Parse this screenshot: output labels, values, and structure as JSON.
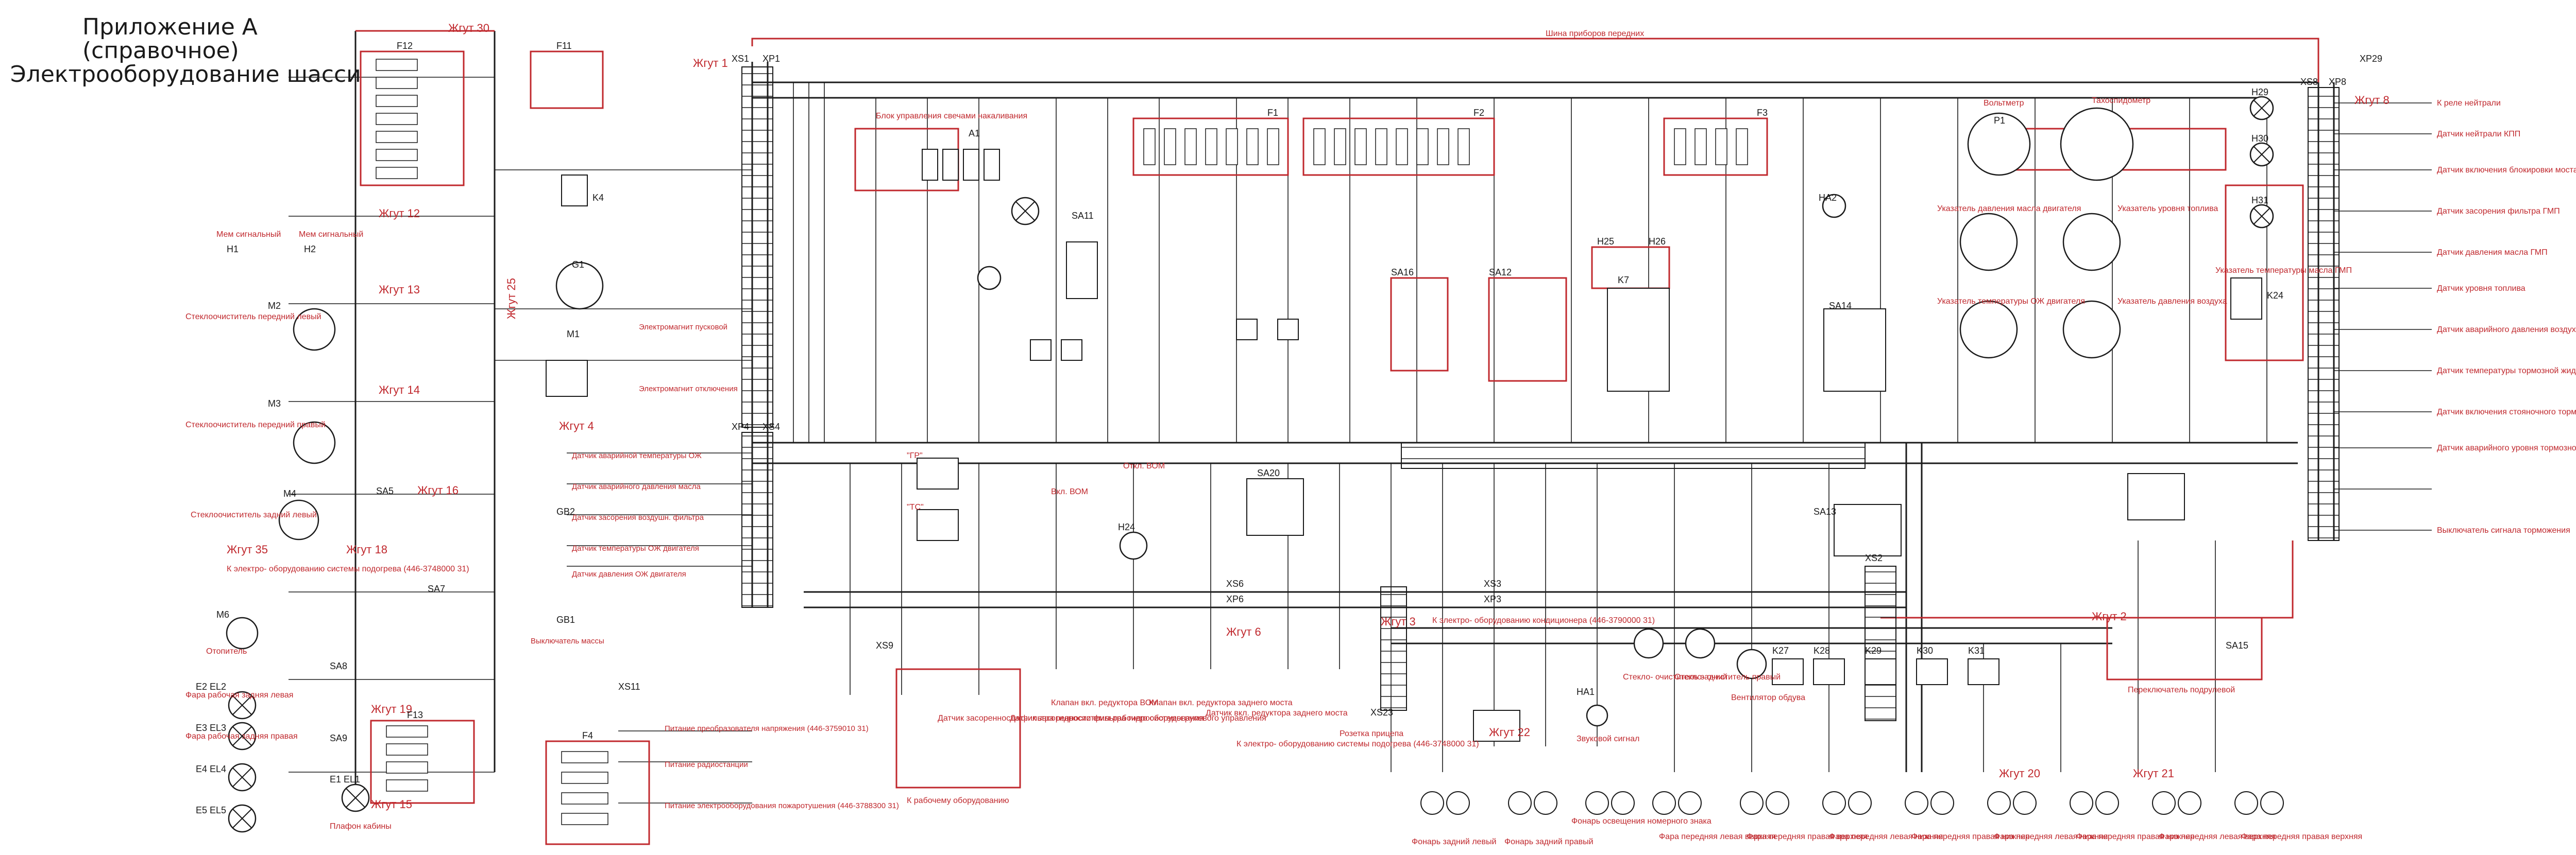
{
  "header": {
    "title": "Приложение А",
    "subtitle": "(справочное)",
    "caption": "Электрооборудование шасси"
  },
  "colors": {
    "ink": "#1a1a1a",
    "red": "#c0282d",
    "paper": "#ffffff"
  },
  "harnesses": {
    "h1": "Жгут 1",
    "h2": "Жгут 2",
    "h3": "Жгут 3",
    "h4": "Жгут 4",
    "h6": "Жгут 6",
    "h8": "Жгут 8",
    "h12": "Жгут 12",
    "h13": "Жгут 13",
    "h14": "Жгут 14",
    "h15": "Жгут 15",
    "h16": "Жгут 16",
    "h18": "Жгут 18",
    "h19": "Жгут 19",
    "h20": "Жгут 20",
    "h21": "Жгут 21",
    "h22": "Жгут 22",
    "h25": "Жгут 25",
    "h30": "Жгут 30",
    "h35": "Жгут 35"
  },
  "top_bus": "Шина приборов передних",
  "left_labels": {
    "m_left_front": "Стеклоочиститель передний левый",
    "m_right_front": "Стеклоочиститель передний правый",
    "m_rear": "Стеклоочиститель задний левый",
    "k_link": "К электро- оборудованию системы подогрева (446-3748000 31)",
    "heater": "Отопитель",
    "work_rear_left": "Фара рабочая задняя левая",
    "work_rear_right": "Фара рабочая задняя правая",
    "cab_lamp": "Плафон кабины",
    "horn1": "Мем сигнальный",
    "horn2": "Мем сигнальный"
  },
  "left_designators": {
    "h1": "H1",
    "h2": "H2",
    "m2": "M2",
    "m3": "M3",
    "m4": "M4",
    "m6": "M6",
    "el1": "E1 EL1",
    "el2": "E2 EL2",
    "el3": "E3 EL3",
    "el4": "E4 EL4",
    "el5": "E5 EL5",
    "f12": "F12",
    "f13": "F13",
    "sa5": "SA5",
    "sa7": "SA7",
    "sa8": "SA8",
    "sa9": "SA9"
  },
  "center_left": {
    "g1": "G1",
    "m1": "M1",
    "k4": "K4",
    "f11": "F11",
    "f4": "F4",
    "xs1": "XS1",
    "xp1": "XP1",
    "xs4": "XS4",
    "xp4": "XP4",
    "xs11": "XS11",
    "y5_label": "Электромагнит пусковой",
    "y6_label": "Электромагнит отключения",
    "sensors": [
      "Датчик аварийной температуры ОЖ",
      "Датчик аварийного давления масла",
      "Датчик засорения воздушн. фильтра",
      "Датчик температуры ОЖ двигателя",
      "Датчик давления ОЖ двигателя"
    ],
    "battery_switch": "Выключатель массы",
    "battery": "GB1",
    "battery2": "GB2",
    "fuse_notes": [
      "Питание преобразователя напряжения (446-3759010 31)",
      "Питание радиостанции",
      "Питание электрооборудования пожаротушения (446-3788300 31)"
    ]
  },
  "center": {
    "a1_label": "Блок управления свечами накаливания",
    "a1": "A1",
    "f1": "F1",
    "f2": "F2",
    "f3": "F3",
    "sa11": "SA11",
    "sa12": "SA12",
    "sa13": "SA13",
    "sa14": "SA14",
    "sa16": "SA16",
    "sa20": "SA20",
    "h22_label": "\"ГР\"",
    "h23_label": "\"ТС\"",
    "vom_on": "Вкл. ВОМ",
    "vom_off": "Откл. ВОМ",
    "h24": "H24",
    "k7": "K7",
    "h25": "H25",
    "h26": "H26",
    "xs2": "XS2",
    "xs3": "XS3",
    "xp3": "XP3",
    "xs6": "XS6",
    "xp6": "XP6",
    "xs9": "XS9",
    "xs23": "XS23",
    "pto_label": "К рабочему оборудованию",
    "front_heater": "К электро- оборудованию системы подогрева (446-3748000 31)",
    "air_sensors": [
      "Датчик засоренности фильтра гидросистемы рабочего оборудования",
      "Датчик засоренности фильтра гидросистемы рулевого управления"
    ],
    "valves": [
      "Клапан вкл. редуктора ВОМ",
      "Клапан вкл. редуктора заднего моста",
      "Датчик вкл. редуктора заднего моста"
    ],
    "interlock": "К электро- оборудованию кондиционера (446-3790000 31)",
    "hazard": "Розетка прицепа",
    "side_lamps": [
      "Фонарь задний левый",
      "Фонарь задний правый",
      "Фонарь освещения номерного знака"
    ]
  },
  "right": {
    "voltmeter": "Вольтметр",
    "voltmeter_id": "P1",
    "tachometer": "Тахоспидометр",
    "oil_pressure": "Указатель давления масла двигателя",
    "coolant_temp": "Указатель температуры ОЖ двигателя",
    "fuel_level": "Указатель уровня топлива",
    "air_pressure": "Указатель давления воздуха",
    "oil_temp": "Указатель температуры масла ГМП",
    "xs8": "XS8",
    "xp8": "XP8",
    "xp29": "XP29",
    "right_sensors": [
      "К реле нейтрали",
      "Датчик нейтрали КПП",
      "Датчик включения блокировки моста",
      "Датчик засорения фильтра ГМП",
      "Датчик давления масла ГМП",
      "Датчик уровня топлива",
      "Датчик аварийного давления воздуха",
      "Датчик температуры тормозной жидкости",
      "Датчик включения стояночного тормоза",
      "Датчик аварийного уровня тормозной жидкости",
      "Выключатель сигнала торможения"
    ],
    "ha1": "HA1",
    "ha2": "HA2",
    "sa15": "SA15",
    "light_switch": "Переключатель подрулевой",
    "wipers": [
      "Стекло- очиститель задний",
      "Стекло- очиститель правый",
      "Вентилятор обдува"
    ],
    "buzzer": "Звуковой сигнал",
    "front_lamps": [
      "Фара передняя левая верхняя",
      "Фара передняя правая верхняя",
      "Фара передняя левая нижняя",
      "Фара передняя правая нижняя",
      "Фара передняя левая нижняя",
      "Фара передняя правая нижняя",
      "Фара передняя левая верхняя",
      "Фара передняя правая верхняя"
    ],
    "k_relays": [
      "K27",
      "K28",
      "K29",
      "K30",
      "K31"
    ],
    "h29": "H29",
    "h30": "H30",
    "h31": "H31",
    "k24": "K24"
  }
}
